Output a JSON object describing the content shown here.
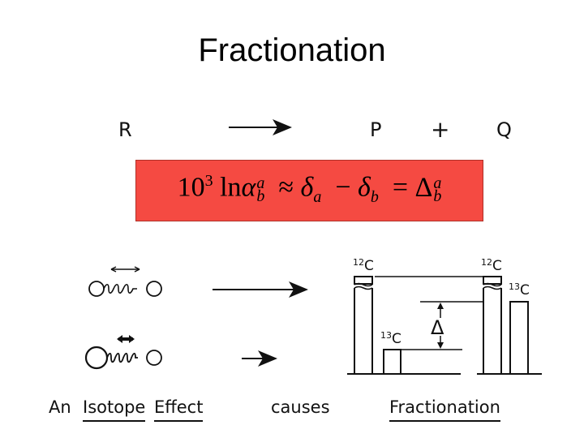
{
  "title": "Fractionation",
  "reaction": {
    "reactant": "R",
    "product": "P",
    "plus": "+",
    "byproduct": "Q"
  },
  "equation": {
    "coef": "10",
    "coef_exp": "3",
    "ln": "ln",
    "alpha": "α",
    "alpha_sup": "a",
    "alpha_sub": "b",
    "approx": "≈",
    "delta": "δ",
    "delta_a_sub": "a",
    "minus": "−",
    "delta_b_sub": "b",
    "equals": "=",
    "Delta": "Δ",
    "Delta_sup": "a",
    "Delta_sub": "b",
    "box_color": "#f54a42"
  },
  "isotopes": {
    "c12_mass": "12",
    "c13_mass": "13",
    "element": "C",
    "bar_left_12": "12C",
    "bar_left_13": "13C",
    "bar_right_12": "12C",
    "bar_right_13": "13C",
    "delta_symbol": "Δ"
  },
  "caption": {
    "an": "An",
    "isotope": "Isotope",
    "effect": "Effect",
    "causes": "causes",
    "fractionation": "Fractionation"
  }
}
